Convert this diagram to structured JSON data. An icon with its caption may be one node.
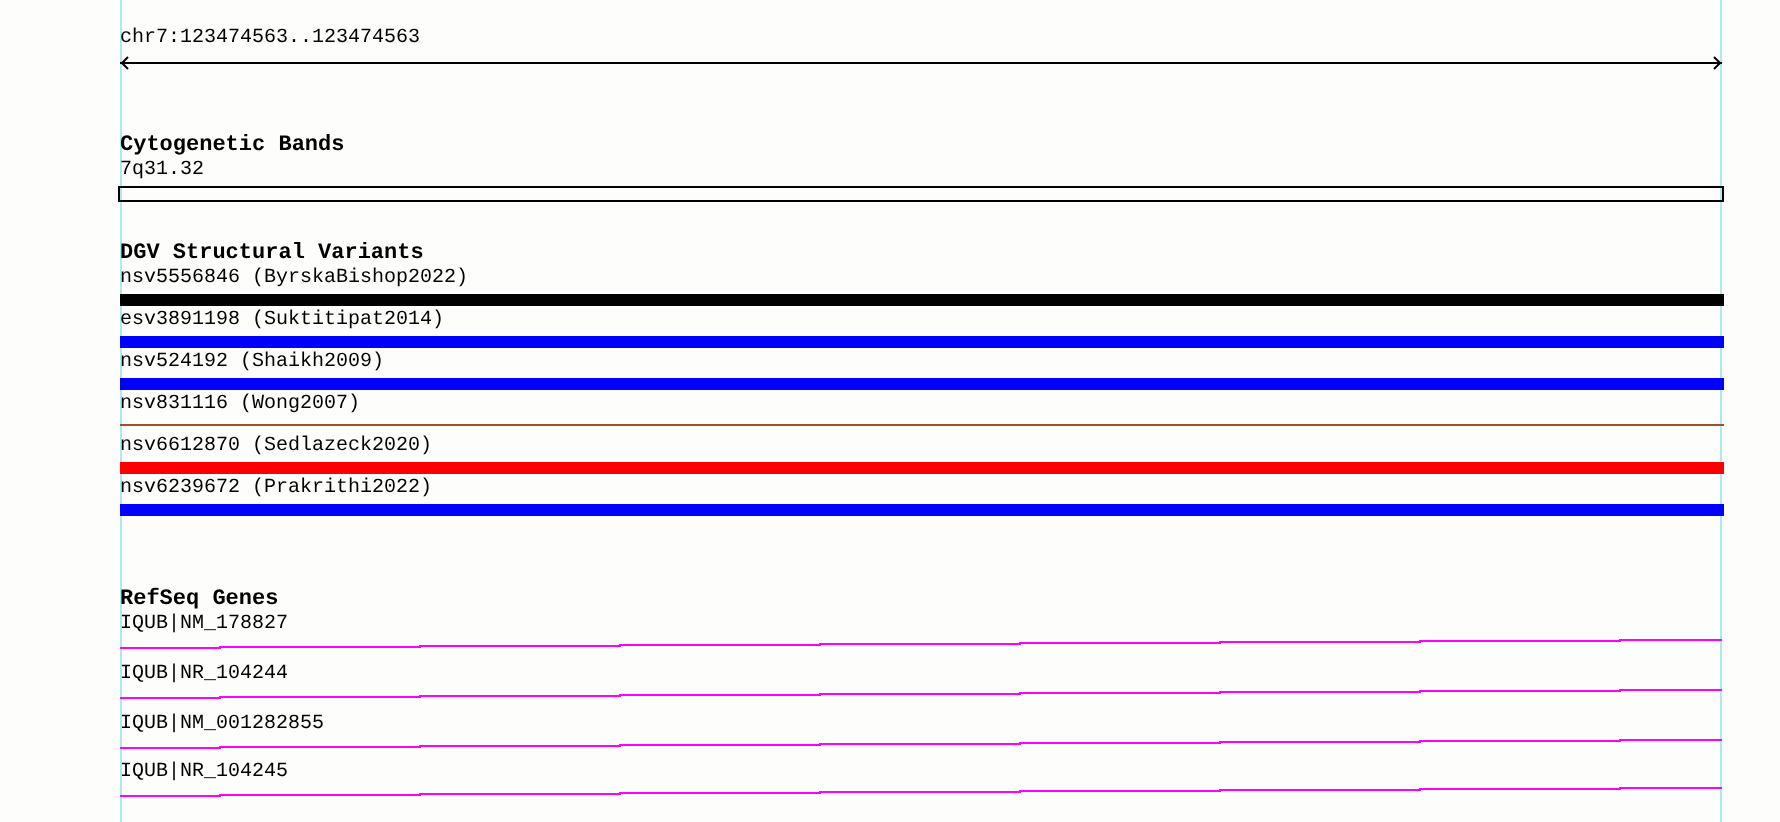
{
  "diagram": {
    "nodes": [
      {
        "text": [
          "Cytogenetic Bands"
        ]
      },
      {
        "text": [
          "7q31.32"
        ]
      },
      {
        "text": [
          "DGV Structural Variants"
        ]
      },
      {
        "text": [
          "nsv5556846 (ByrskaBishop2022)"
        ]
      },
      {
        "text": [
          "esv3891198 (Suktitipat2014)"
        ]
      },
      {
        "text": [
          "nsv524192 (Shaikh2009)"
        ]
      },
      {
        "text": [
          "nsv831116 (Wong2007)"
        ]
      },
      {
        "text": [
          "nsv6612870 (Sedlazeck2020)"
        ]
      },
      {
        "text": [
          "nsv6239672 (Prakrithi2022)"
        ]
      },
      {
        "text": [
          "RefSeq Genes"
        ]
      },
      {
        "text": [
          "IQUB|NM_178827"
        ]
      },
      {
        "text": [
          "IQUB|NR_104244"
        ]
      },
      {
        "text": [
          "IQUB|NM_001282855"
        ]
      },
      {
        "text": [
          "IQUB|NR_104245"
        ]
      }
    ],
    "labels": [
      "chr7:123474563..123474563"
    ]
  }
}
